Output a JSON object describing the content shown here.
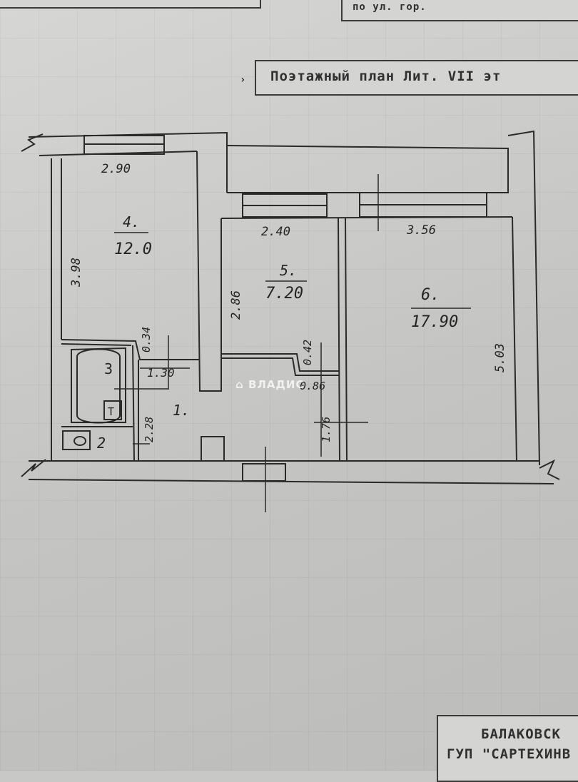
{
  "header": {
    "title": "Поэтажный план Лит. VII эт"
  },
  "top_right": {
    "text": "по ул.                     гор."
  },
  "rooms": [
    {
      "id": "1",
      "number": "1.",
      "area": ""
    },
    {
      "id": "2",
      "number": "2",
      "area": ""
    },
    {
      "id": "3",
      "number": "3",
      "area": ""
    },
    {
      "id": "4",
      "number": "4.",
      "area": "12.0"
    },
    {
      "id": "5",
      "number": "5.",
      "area": "7.20"
    },
    {
      "id": "6",
      "number": "6.",
      "area": "17.90"
    }
  ],
  "dimensions": {
    "d290": "2.90",
    "d398": "3.98",
    "d240": "2.40",
    "d356": "3.56",
    "d286": "2.86",
    "d503": "5.03",
    "d034": "0.34",
    "d130": "1.30",
    "d228": "2.28",
    "d042": "0.42",
    "d086": "0.86",
    "d176": "1.76"
  },
  "fixtures": {
    "toilet": "T"
  },
  "watermark": "ВЛАДИС",
  "stamp": {
    "line1": "БАЛАКОВСК",
    "line2": "ГУП \"САРТЕХИНВ"
  }
}
